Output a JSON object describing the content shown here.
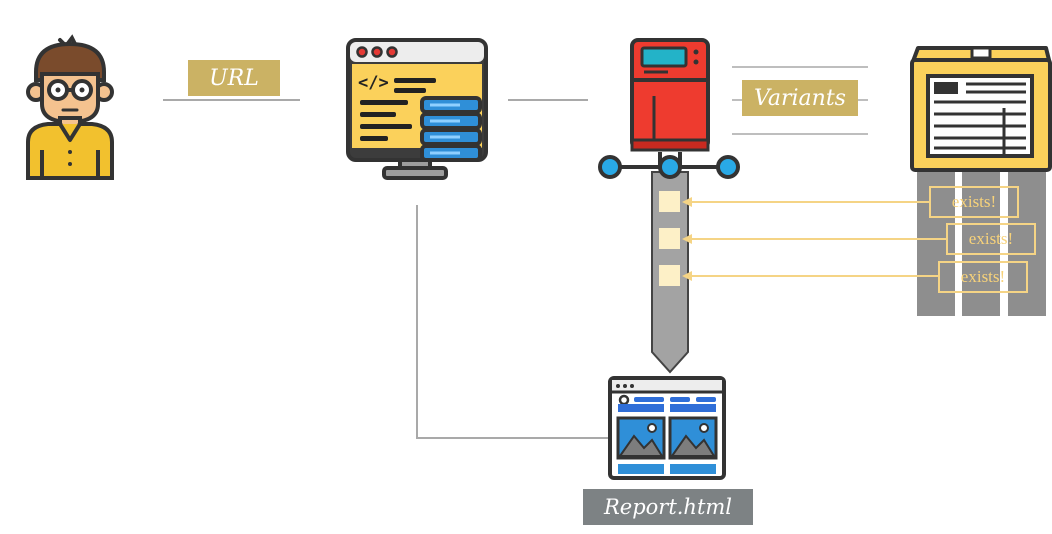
{
  "labels": {
    "url": "URL",
    "variants": "Variants",
    "report": "Report.html",
    "exists": [
      "exists!",
      "exists!",
      "exists!"
    ]
  },
  "colors": {
    "gold_label": "#cbb264",
    "gray_label": "#7d8284",
    "arrow_yellow": "#f5d485",
    "line_gray": "#9a9a9a"
  },
  "icons": {
    "user": "developer-with-glasses-icon",
    "server": "web-server-monitor-icon",
    "scanner": "scanner-tool-icon",
    "wordlist": "wordlist-box-icon",
    "report": "report-html-page-icon"
  }
}
